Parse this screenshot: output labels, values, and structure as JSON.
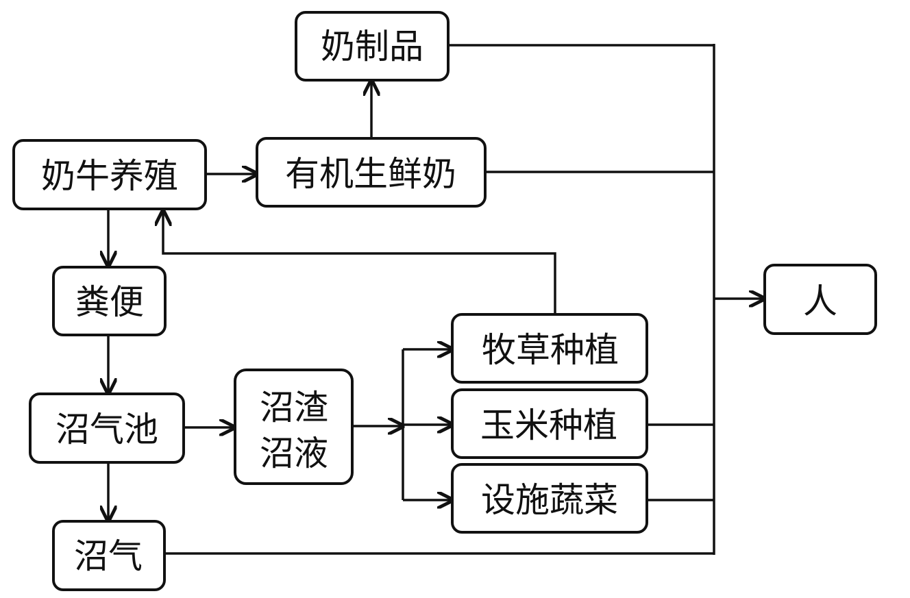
{
  "nodes": {
    "dairy_products": "奶制品",
    "dairy_farming": "奶牛养殖",
    "organic_milk": "有机生鲜奶",
    "manure": "粪便",
    "biogas_digester": "沼气池",
    "residue_line1": "沼渣",
    "residue_line2": "沼液",
    "forage": "牧草种植",
    "corn": "玉米种植",
    "vegetables": "设施蔬菜",
    "biogas": "沼气",
    "human": "人"
  }
}
